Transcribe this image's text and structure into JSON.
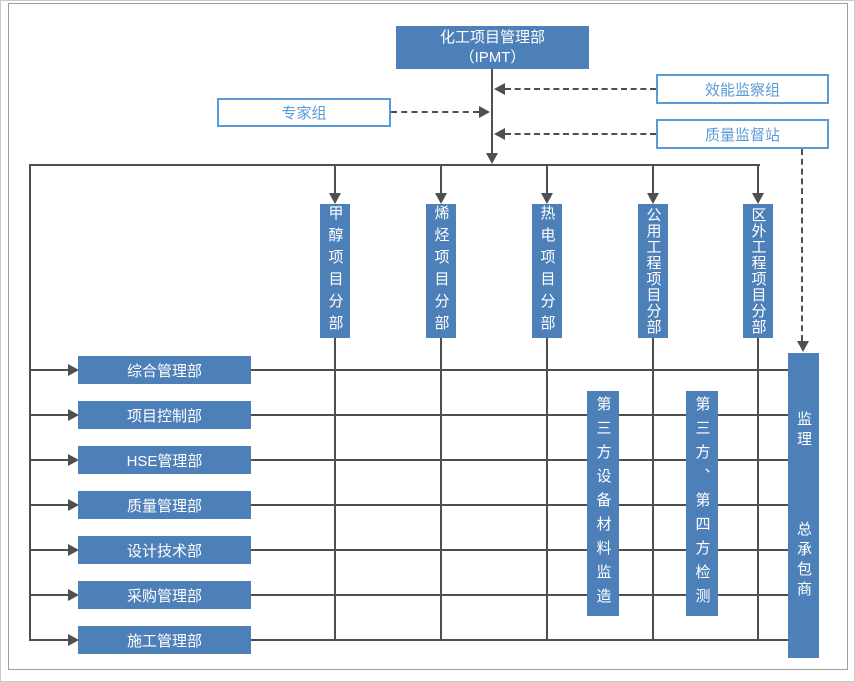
{
  "colors": {
    "box_fill": "#4d80b8",
    "box_text": "#ffffff",
    "outline_box_border": "#5b9bd5",
    "outline_box_text": "#5b9bd5",
    "connector_line": "#4f4f4f",
    "page_border": "#9e9e9e"
  },
  "ipmt": {
    "line1": "化工项目管理部",
    "line2": "（IPMT）"
  },
  "advisory": {
    "expert_group": "专家组",
    "efficiency_group": "效能监察组",
    "quality_station": "质量监督站"
  },
  "columns": [
    "甲醇项目分部",
    "烯烃项目分部",
    "热电项目分部",
    "公用工程项目分部",
    "区外工程项目分部"
  ],
  "departments": [
    "综合管理部",
    "项目控制部",
    "HSE管理部",
    "质量管理部",
    "设计技术部",
    "采购管理部",
    "施工管理部"
  ],
  "third_party": [
    "第三方设备材料监造",
    "第三方、第四方检测"
  ],
  "supervision": {
    "top": "监理",
    "bottom": "总承包商"
  }
}
